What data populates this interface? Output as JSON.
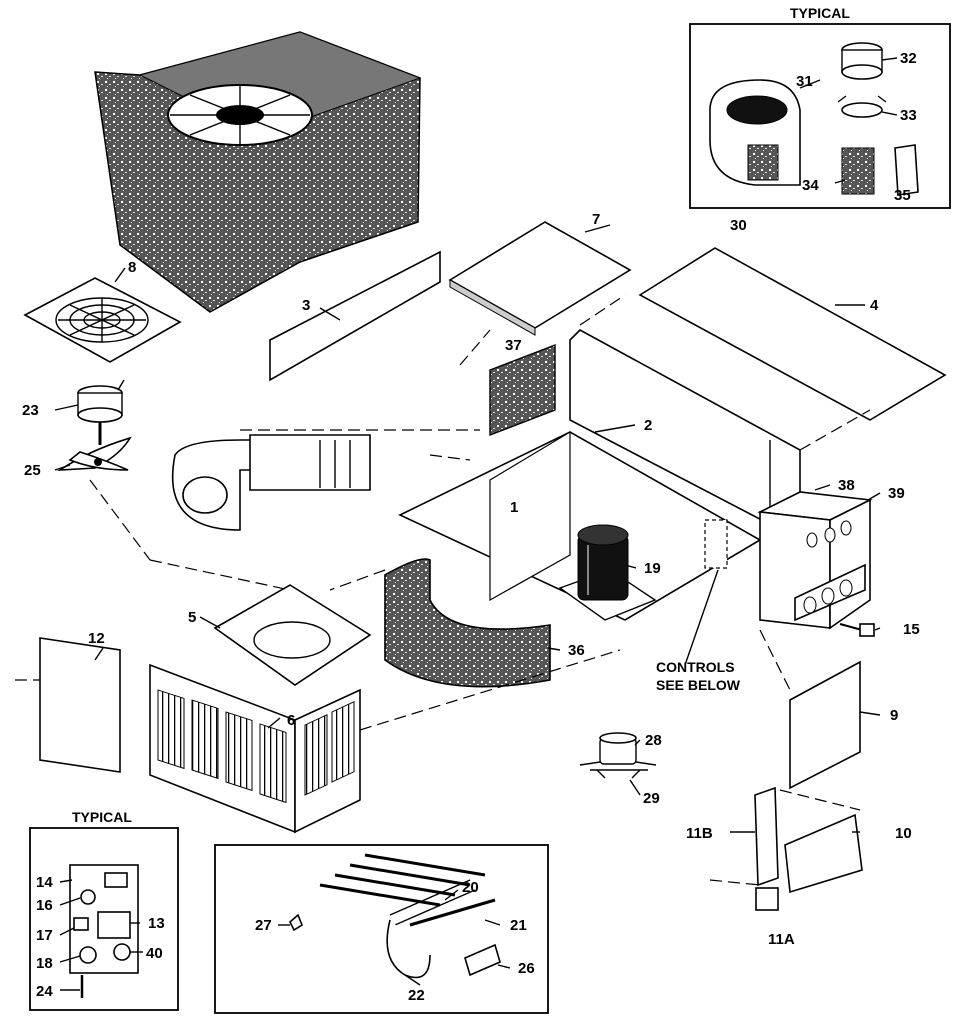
{
  "diagram": {
    "typical_top": "TYPICAL",
    "typical_bottom": "TYPICAL",
    "controls_note_line1": "CONTROLS",
    "controls_note_line2": "SEE BELOW",
    "labels": {
      "p1": "1",
      "p2": "2",
      "p3": "3",
      "p4": "4",
      "p5": "5",
      "p6": "6",
      "p7": "7",
      "p8": "8",
      "p9": "9",
      "p10": "10",
      "p11a": "11A",
      "p11b": "11B",
      "p12": "12",
      "p13": "13",
      "p14": "14",
      "p15": "15",
      "p16": "16",
      "p17": "17",
      "p18": "18",
      "p19": "19",
      "p20": "20",
      "p21": "21",
      "p22": "22",
      "p23": "23",
      "p24": "24",
      "p25": "25",
      "p26": "26",
      "p27": "27",
      "p28": "28",
      "p29": "29",
      "p30": "30",
      "p31": "31",
      "p32": "32",
      "p33": "33",
      "p34": "34",
      "p35": "35",
      "p36": "36",
      "p37": "37",
      "p38": "38",
      "p39": "39",
      "p40": "40"
    }
  }
}
